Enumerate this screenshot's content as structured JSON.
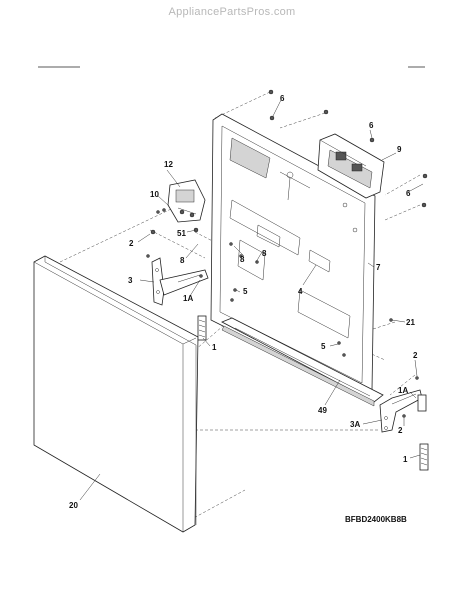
{
  "watermark": "AppliancePartsPros.com",
  "model_code": "BFBD2400KB8B",
  "callouts": [
    {
      "id": "c6a",
      "label": "6"
    },
    {
      "id": "c6b",
      "label": "6"
    },
    {
      "id": "c6c",
      "label": "6"
    },
    {
      "id": "c9",
      "label": "9"
    },
    {
      "id": "c12",
      "label": "12"
    },
    {
      "id": "c10",
      "label": "10"
    },
    {
      "id": "c51",
      "label": "51"
    },
    {
      "id": "c2a",
      "label": "2"
    },
    {
      "id": "c8a",
      "label": "8"
    },
    {
      "id": "c8b",
      "label": "8"
    },
    {
      "id": "c8c",
      "label": "8"
    },
    {
      "id": "c7",
      "label": "7"
    },
    {
      "id": "c4",
      "label": "4"
    },
    {
      "id": "c3",
      "label": "3"
    },
    {
      "id": "c5a",
      "label": "5"
    },
    {
      "id": "c1Aa",
      "label": "1A"
    },
    {
      "id": "c1a",
      "label": "1"
    },
    {
      "id": "c21",
      "label": "21"
    },
    {
      "id": "c5b",
      "label": "5"
    },
    {
      "id": "c2b",
      "label": "2"
    },
    {
      "id": "c1Ab",
      "label": "1A"
    },
    {
      "id": "c49",
      "label": "49"
    },
    {
      "id": "c3A",
      "label": "3A"
    },
    {
      "id": "c2c",
      "label": "2"
    },
    {
      "id": "c1b",
      "label": "1"
    },
    {
      "id": "c20",
      "label": "20"
    }
  ]
}
